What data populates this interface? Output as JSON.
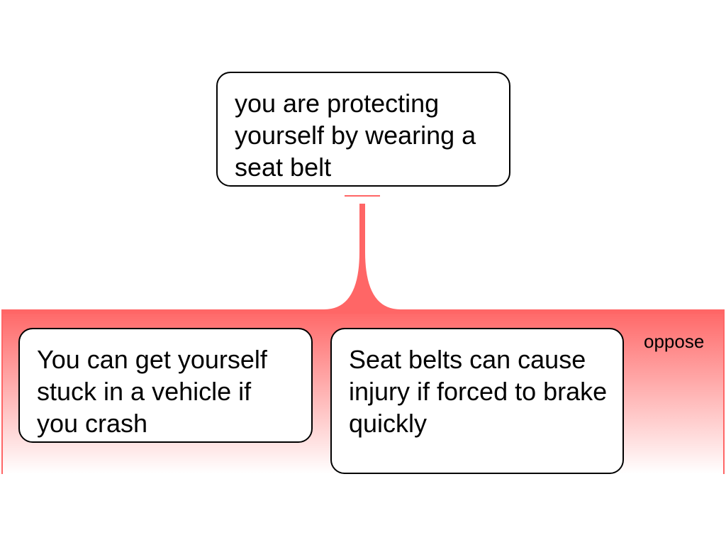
{
  "diagram": {
    "claim": {
      "text": "you are protecting yourself by wearing a seat belt"
    },
    "reasons": [
      {
        "text": "You can get yourself stuck in a vehicle if you crash"
      },
      {
        "text": "Seat belts can cause injury if forced to brake quickly"
      }
    ],
    "relation_label": "oppose",
    "colors": {
      "oppose": "#ff6666",
      "box_border": "#000000",
      "box_fill": "#ffffff"
    }
  }
}
